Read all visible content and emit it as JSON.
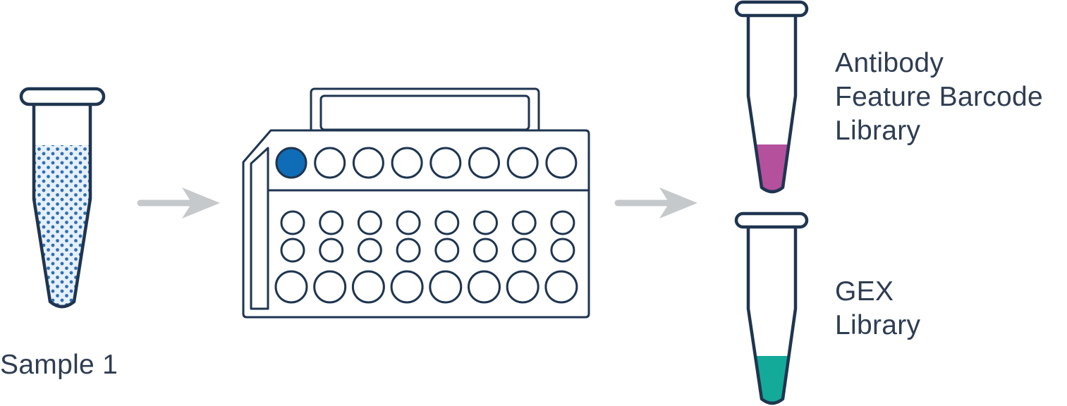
{
  "colors": {
    "outline": "#1f3550",
    "arrow": "#c5c9cc",
    "sample_fill": "#e6f0fa",
    "sample_dots": "#2f6fb3",
    "active_well": "#0f6cb6",
    "antibody_library": "#b4509c",
    "gex_library": "#14aa9a"
  },
  "icons": [
    "sample-tube-icon",
    "arrow-right-icon",
    "chip-icon",
    "antibody-library-tube-icon",
    "gex-library-tube-icon"
  ],
  "sample": {
    "label": "Sample 1"
  },
  "chip": {
    "top_row_wells": 8,
    "loaded_wells": 1,
    "middle_rows": 2,
    "middle_row_wells": 8,
    "bottom_row_wells": 8
  },
  "libraries": [
    {
      "lines": [
        "Antibody",
        "Feature Barcode",
        "Library"
      ]
    },
    {
      "lines": [
        "GEX",
        "Library"
      ]
    }
  ]
}
